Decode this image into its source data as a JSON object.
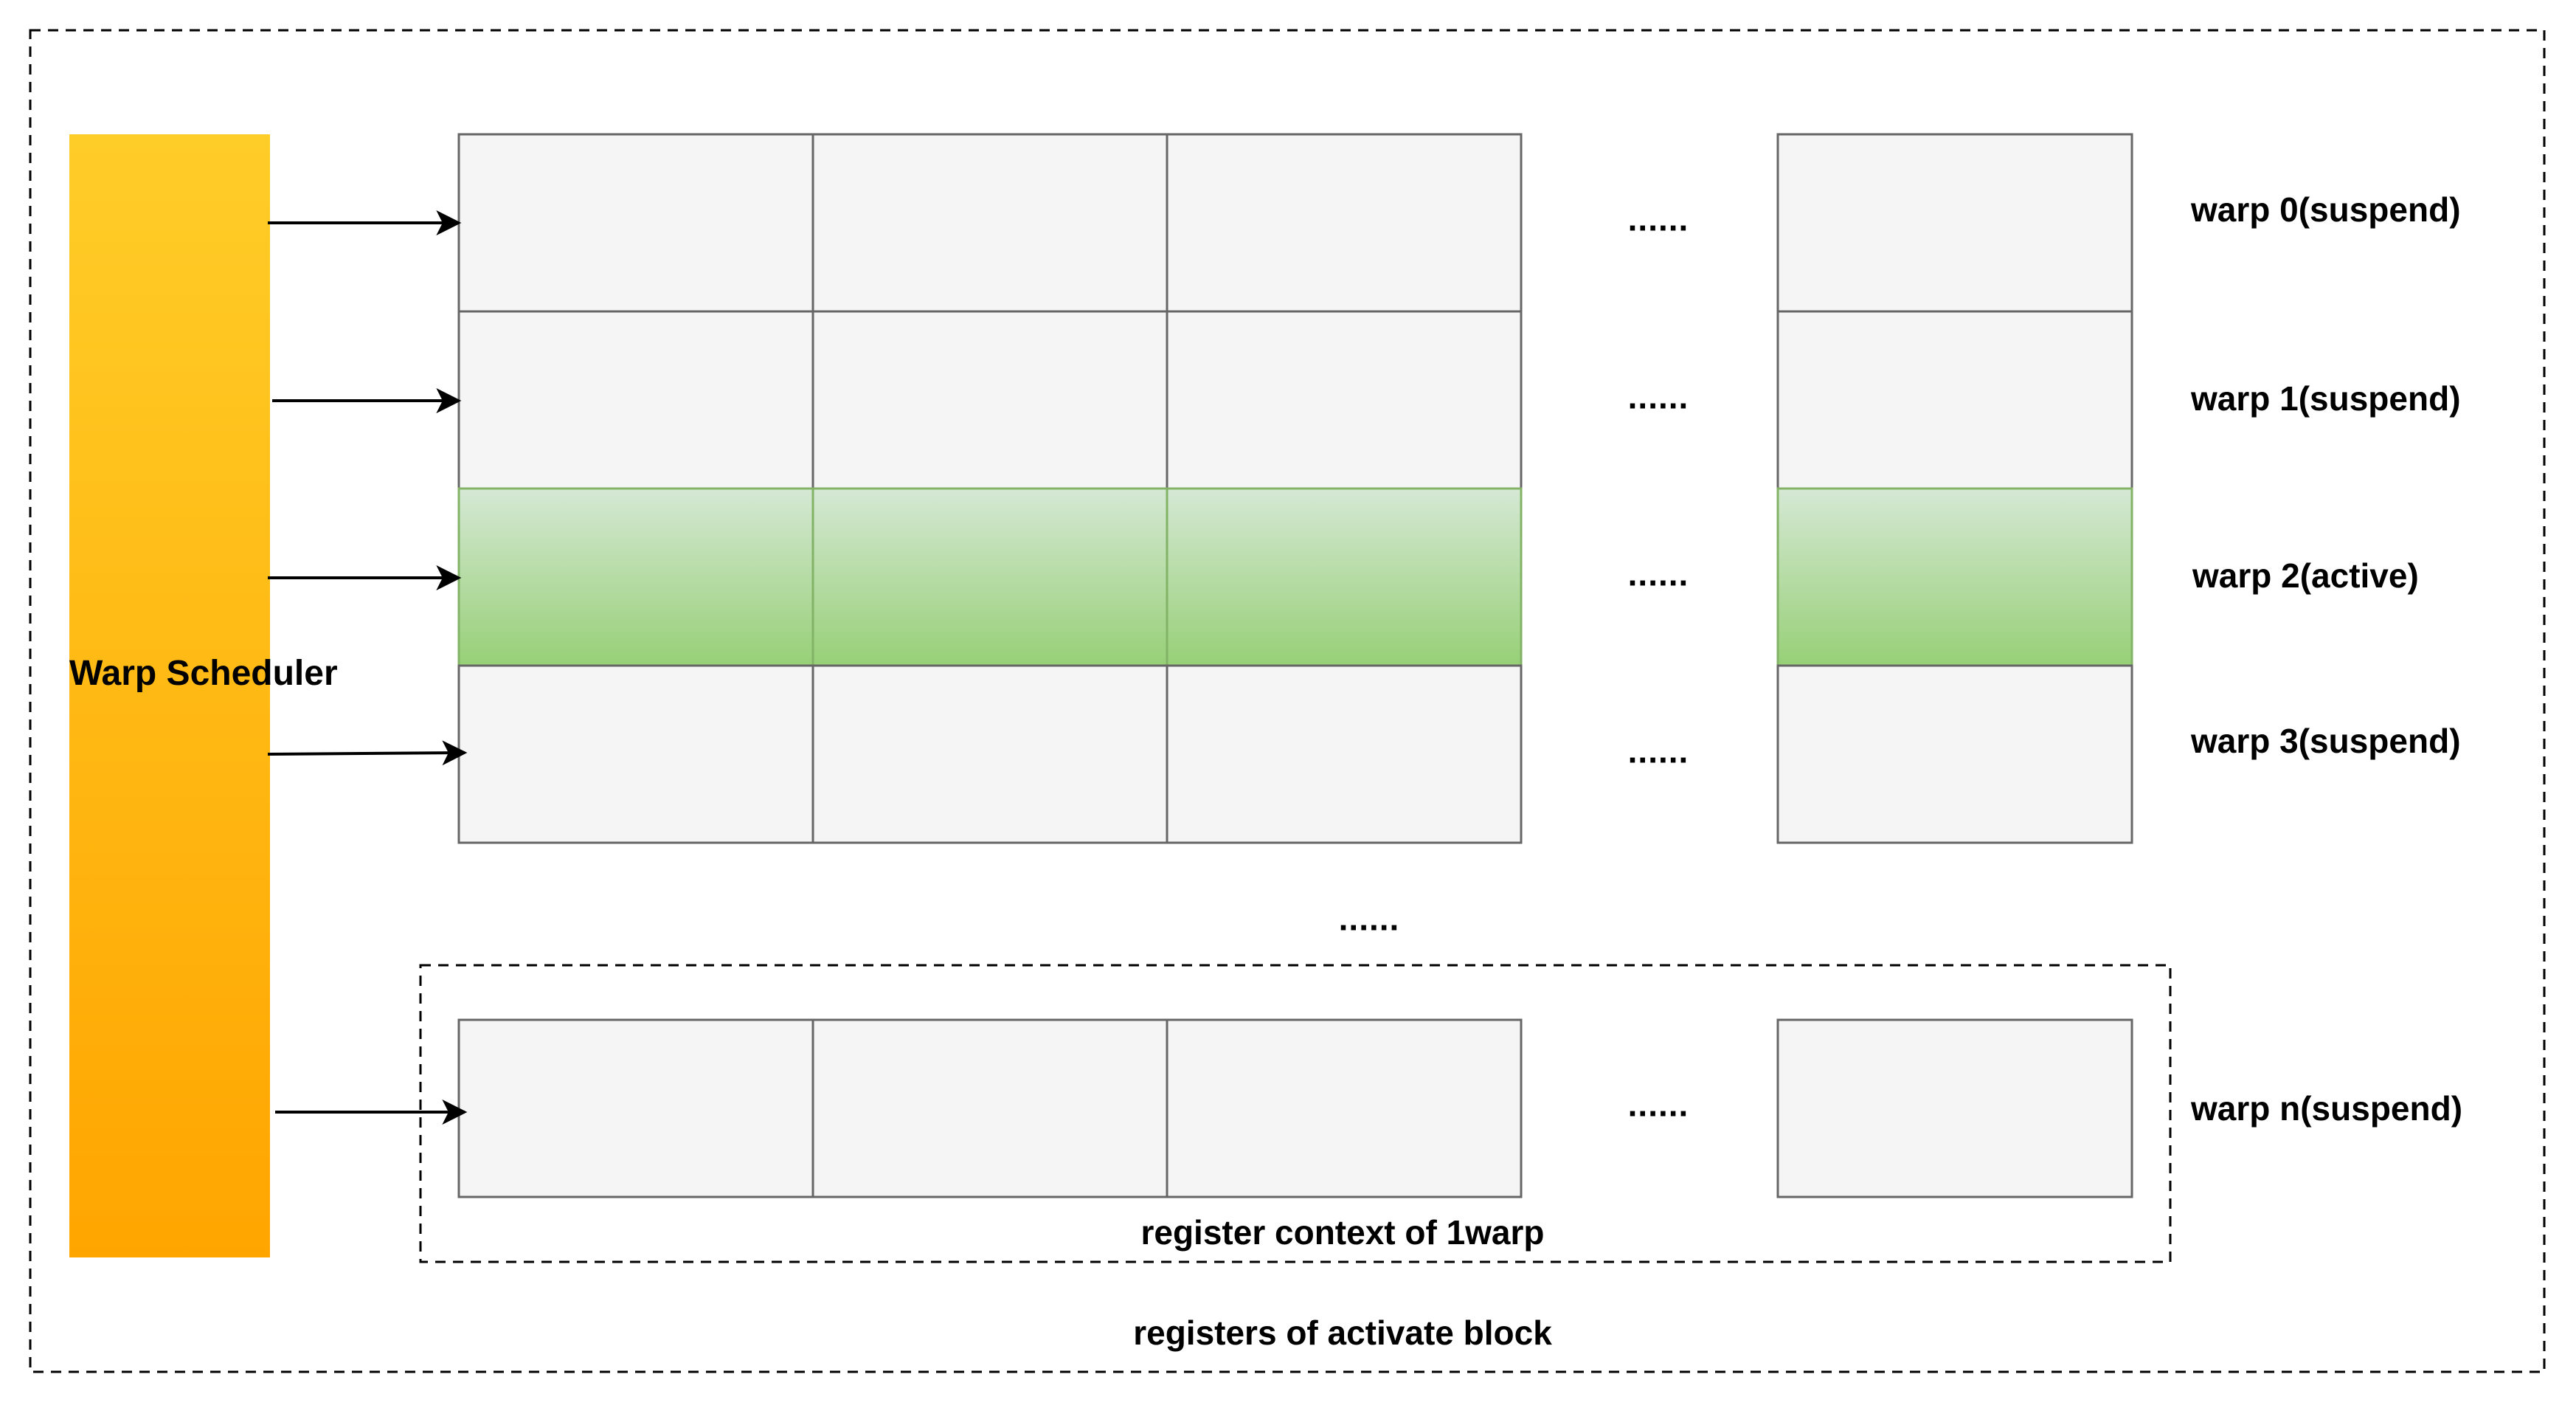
{
  "diagram": {
    "scheduler_label": "Warp Scheduler",
    "outer_container_label": "registers of activate block",
    "context_label": "register context of 1warp",
    "row_ellipsis": "......",
    "between_rows_ellipsis": "......",
    "warps": [
      {
        "label": "warp 0(suspend)",
        "state": "suspend"
      },
      {
        "label": "warp 1(suspend)",
        "state": "suspend"
      },
      {
        "label": "warp 2(active)",
        "state": "active"
      },
      {
        "label": "warp 3(suspend)",
        "state": "suspend"
      },
      {
        "label": "warp n(suspend)",
        "state": "suspend"
      }
    ],
    "colors": {
      "scheduler_top": "#FFCD28",
      "scheduler_bottom": "#FFA500",
      "cell_fill": "#F5F5F5",
      "cell_stroke": "#666666",
      "active_top": "#D5E8D4",
      "active_bottom": "#97D077",
      "active_stroke": "#82B366",
      "line": "#000000"
    }
  }
}
